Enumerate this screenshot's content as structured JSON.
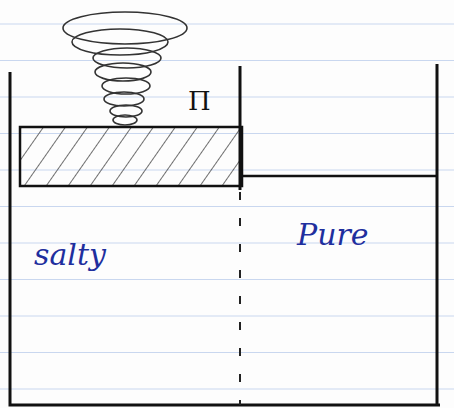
{
  "diagram": {
    "nodes": [
      {
        "text": [
          "salty"
        ]
      },
      {
        "text": [
          "Pure"
        ]
      }
    ],
    "labels": [
      "Π"
    ]
  }
}
